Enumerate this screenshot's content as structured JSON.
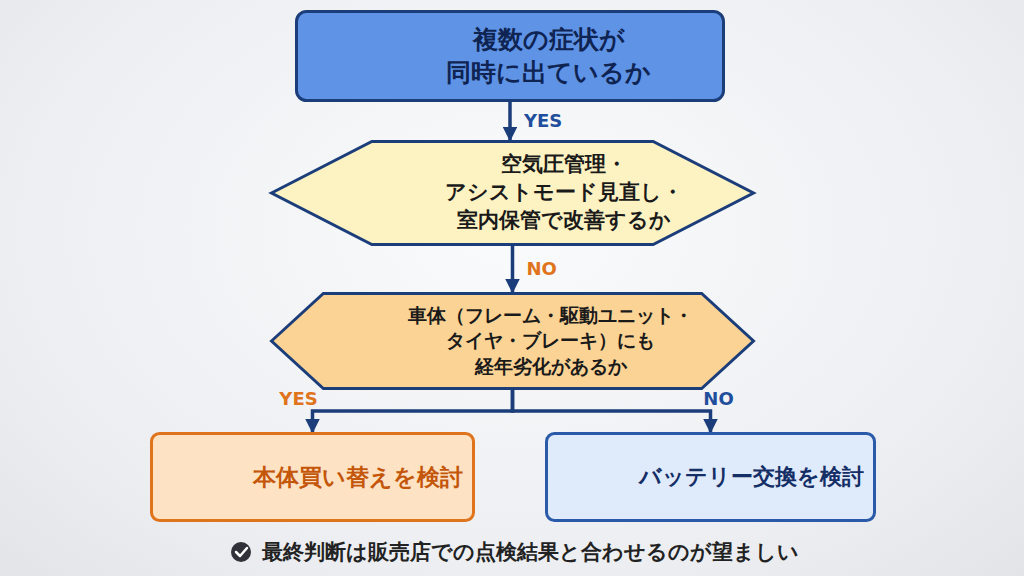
{
  "diagram": {
    "nodes": [
      {
        "text": [
          "複数の症状が 同時に出ているか"
        ]
      },
      {
        "text": [
          "空気圧管理・ アシストモード見直し・ 室内保管で改善するか"
        ]
      },
      {
        "text": [
          "車体（フレーム・駆動ユニット・ タイヤ・ブレーキ）にも 経年劣化があるか"
        ]
      },
      {
        "text": [
          "本体買い替えを検討"
        ]
      },
      {
        "text": [
          "バッテリー交換を検討"
        ]
      }
    ],
    "edges": [
      {
        "from": 0,
        "to": 1,
        "arrow": "to",
        "label": "YES"
      },
      {
        "from": 1,
        "to": 2,
        "arrow": "to",
        "label": "NO"
      },
      {
        "from": 2,
        "to": 3,
        "arrow": "to",
        "label": "YES"
      },
      {
        "from": 2,
        "to": 4,
        "arrow": "to",
        "label": "NO"
      }
    ],
    "labels": [
      "最終判断は販売店での点検結果と合わせるのが望ましい"
    ]
  }
}
